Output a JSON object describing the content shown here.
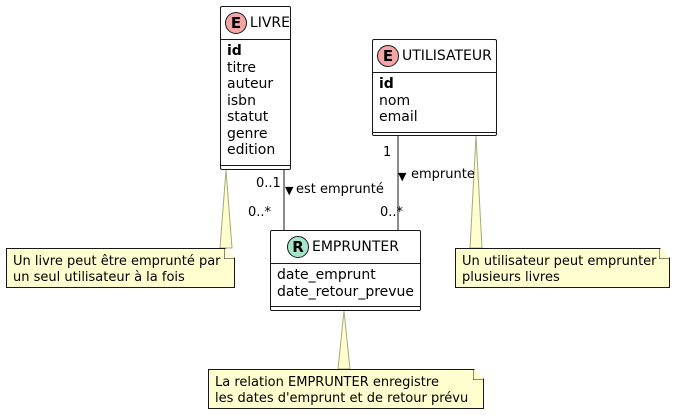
{
  "entities": {
    "livre": {
      "badge": "E",
      "badge_color": "#f4a6a6",
      "name": "LIVRE",
      "attributes": [
        {
          "text": "id",
          "key": true
        },
        {
          "text": "titre"
        },
        {
          "text": "auteur"
        },
        {
          "text": "isbn"
        },
        {
          "text": "statut"
        },
        {
          "text": "genre"
        },
        {
          "text": "edition"
        }
      ]
    },
    "utilisateur": {
      "badge": "E",
      "badge_color": "#f4a6a6",
      "name": "UTILISATEUR",
      "attributes": [
        {
          "text": "id",
          "key": true
        },
        {
          "text": "nom"
        },
        {
          "text": "email"
        }
      ]
    },
    "emprunter": {
      "badge": "R",
      "badge_color": "#a6e6c8",
      "name": "EMPRUNTER",
      "attributes": [
        {
          "text": "date_emprunt"
        },
        {
          "text": "date_retour_prevue"
        }
      ]
    }
  },
  "relations": {
    "livre_emprunter": {
      "label": "est emprunté",
      "arrow": "▼",
      "mult_top": "0..1",
      "mult_bottom": "0..*"
    },
    "utilisateur_emprunter": {
      "label": "emprunte",
      "arrow": "▼",
      "mult_top": "1",
      "mult_bottom": "0..*"
    }
  },
  "notes": {
    "livre": [
      "Un livre peut être emprunté par",
      "un seul utilisateur à la fois"
    ],
    "utilisateur": [
      "Un utilisateur peut emprunter",
      "plusieurs livres"
    ],
    "emprunter": [
      "La relation EMPRUNTER enregistre",
      "les dates d'emprunt et de retour prévu"
    ]
  },
  "colors": {
    "note_bg": "#fefece",
    "line": "#181818",
    "note_line": "#a8a87a"
  }
}
